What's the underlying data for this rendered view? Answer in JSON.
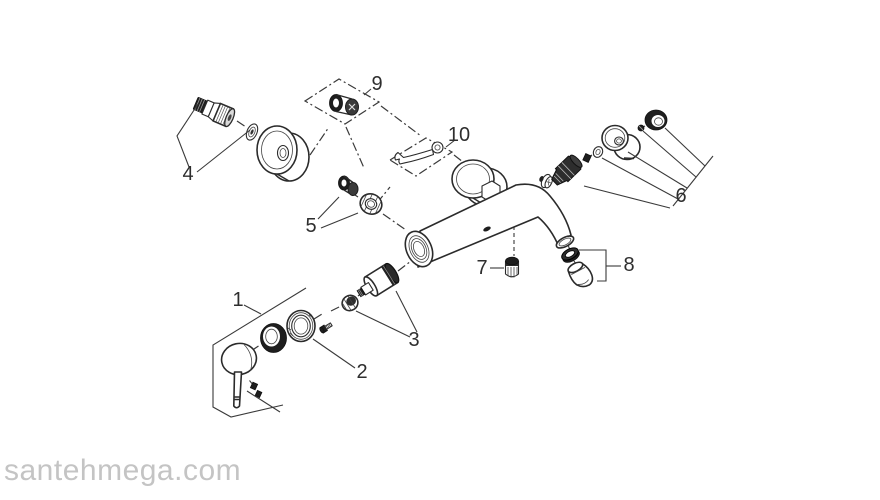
{
  "diagram": {
    "part_labels": [
      "1",
      "2",
      "3",
      "4",
      "5",
      "6",
      "7",
      "8",
      "9",
      "10"
    ],
    "watermark": "santehmega.com",
    "colors": {
      "line": "#2b2b2b",
      "background": "#ffffff",
      "dark_fill": "#1e1e1e",
      "watermark": "#c4c4c4",
      "label_text": "#2e2e2e"
    }
  }
}
